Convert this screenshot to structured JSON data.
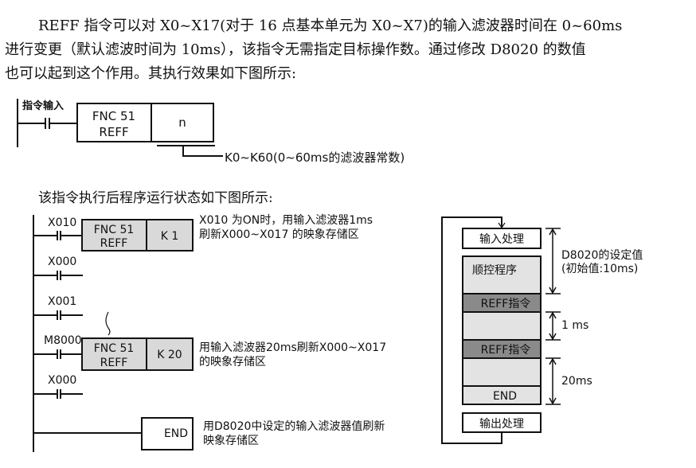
{
  "paragraph": {
    "line1": "REFF 指令可以对 X0~X17(对于 16 点基本单元为 X0~X7)的输入滤波器时间在 0~60ms",
    "line2": "进行变更（默认滤波时间为 10ms），该指令无需指定目标操作数。通过修改 D8020 的数值",
    "line3": "也可以起到这个作用。其执行效果如下图所示:"
  },
  "format_diagram": {
    "input_label": "指令输入",
    "fnc": "FNC 51",
    "mnemonic": "REFF",
    "operand": "n",
    "operand_note": "K0~K60(0~60ms的滤波器常数)"
  },
  "caption2": "该指令执行后程序运行状态如下图所示:",
  "ladder": {
    "rung1": {
      "contact": "X010",
      "fnc": "FNC 51",
      "mnemonic": "REFF",
      "operand": "K 1",
      "comment1": "X010 为ON时，用输入滤波器1ms",
      "comment2": "刷新X000~X017 的映象存储区"
    },
    "rung2": {
      "contact": "X000"
    },
    "rung3": {
      "contact": "X001"
    },
    "rung4": {
      "contact": "M8000",
      "fnc": "FNC 51",
      "mnemonic": "REFF",
      "operand": "K 20",
      "comment1": "用输入滤波器20ms刷新X000~X017",
      "comment2": "的映象存储区"
    },
    "rung5": {
      "contact": "X000"
    },
    "end": {
      "label": "END",
      "comment1": "用D8020中设定的输入滤波器值刷新",
      "comment2": "映象存储区"
    }
  },
  "scan_cycle": {
    "input_process": "输入处理",
    "sequence_program": "顺控程序",
    "reff1": "REFF指令",
    "reff2": "REFF指令",
    "end": "END",
    "output_process": "输出处理",
    "dim1_line1": "D8020的设定值",
    "dim1_line2": "(初始值:10ms)",
    "dim2": "1 ms",
    "dim3": "20ms"
  }
}
